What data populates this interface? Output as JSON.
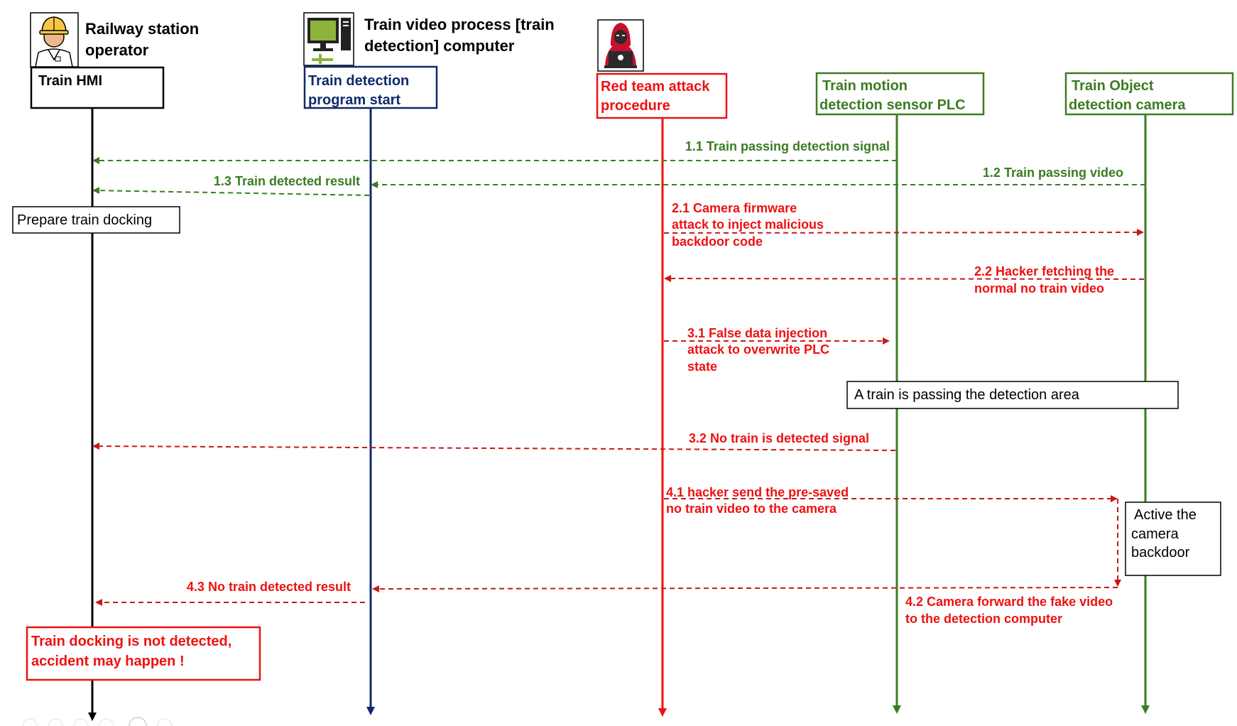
{
  "actors": {
    "operator": {
      "name_line1": "Railway station",
      "name_line2": "operator",
      "box_label": "Train HMI",
      "icon": "worker-icon"
    },
    "computer": {
      "name_line1": "Train video process [train",
      "name_line2": "detection] computer",
      "box_line1": "Train detection",
      "box_line2": "program start",
      "icon": "computer-icon"
    },
    "attacker": {
      "box_line1": "Red team attack",
      "box_line2": "procedure",
      "icon": "hacker-icon"
    },
    "plc": {
      "box_line1": "Train motion",
      "box_line2": "detection sensor PLC"
    },
    "camera": {
      "box_line1": "Train Object",
      "box_line2": "detection camera"
    }
  },
  "messages": {
    "m11": "1.1 Train passing detection signal",
    "m12": "1.2 Train passing video",
    "m13": "1.3 Train detected result",
    "m21": [
      "2.1 Camera firmware",
      "attack to inject malicious",
      "backdoor code"
    ],
    "m22": [
      "2.2 Hacker fetching the",
      "normal no train video"
    ],
    "m31": [
      "3.1 False data injection",
      "attack to overwrite PLC",
      "state"
    ],
    "m32": "3.2 No train is detected signal",
    "m41": [
      "4.1 hacker send the pre-saved",
      "no train video to the camera"
    ],
    "m42": [
      "4.2 Camera forward the fake video",
      "to the detection computer"
    ],
    "m43": "4.3 No train detected result"
  },
  "notes": {
    "prepare": "Prepare train docking",
    "passing": "A train is passing the detection area",
    "backdoor": [
      "Active the",
      "camera",
      "backdoor"
    ],
    "accident": [
      "Train docking is not detected,",
      "accident may happen !"
    ]
  },
  "colors": {
    "green": "#3a7d22",
    "red": "#ee1111",
    "navy": "#0f2a6b",
    "black": "#000000"
  }
}
